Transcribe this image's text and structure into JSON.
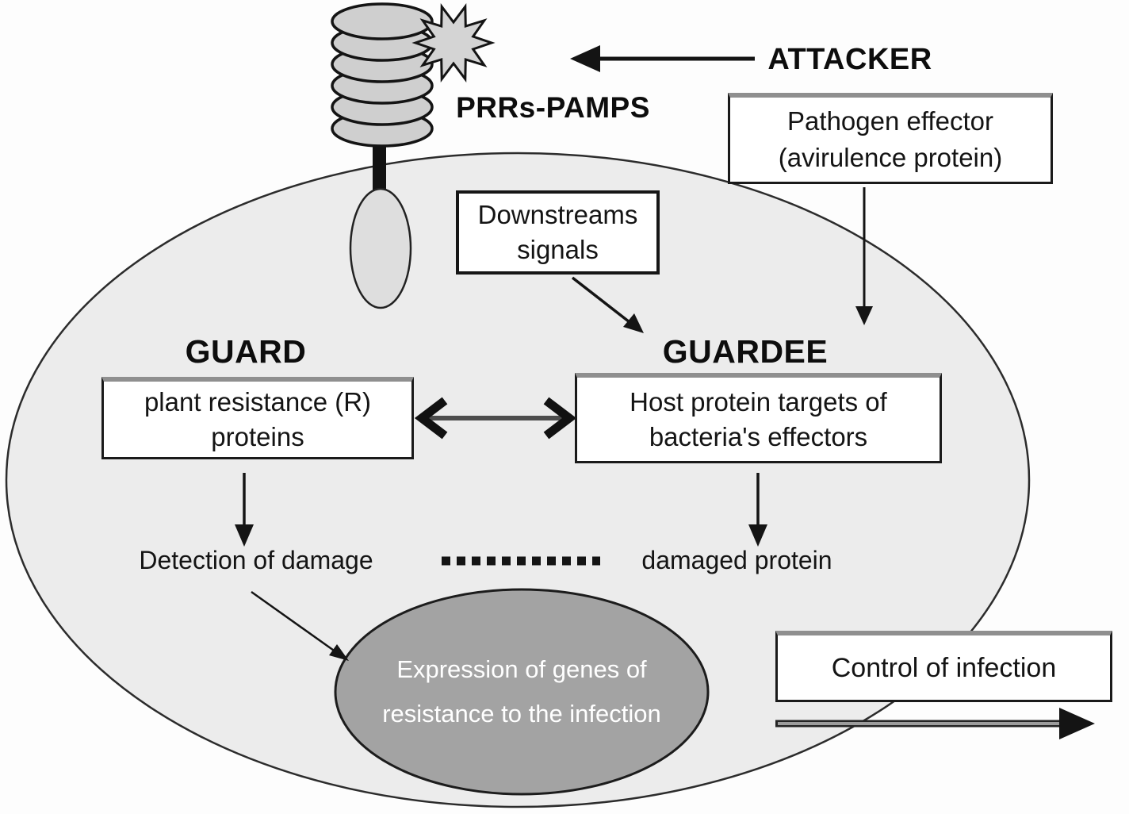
{
  "attacker_label": "ATTACKER",
  "receptor_label": "PRRs-PAMPS",
  "pathogen_box": {
    "lines": [
      "Pathogen effector",
      "(avirulence protein)"
    ]
  },
  "downstream_box": {
    "lines": [
      "Downstreams",
      "signals"
    ]
  },
  "guard": {
    "title": "GUARD",
    "box_lines": [
      "plant resistance (R)",
      "proteins"
    ]
  },
  "guardee": {
    "title": "GUARDEE",
    "box_lines": [
      "Host protein targets of",
      "bacteria's effectors"
    ]
  },
  "detection_label": "Detection of damage",
  "damaged_label": "damaged protein",
  "nucleus_lines": [
    "Expression of genes of",
    "resistance to the infection"
  ],
  "control_box": {
    "lines": [
      "Control of infection"
    ]
  },
  "shapes": {
    "cell": "plant-cell-ellipse",
    "receptor": "stacked-disc-prr-receptor",
    "burst": "pamp-burst-star",
    "nucleus": "expression-ellipse",
    "links": [
      "attacker-arrow",
      "pathogen-effector-arrow",
      "downstream-signals-arrow",
      "guard-guardee-double-arrow",
      "guard-down-arrow",
      "guardee-down-arrow",
      "detection-dotted-link",
      "detection-to-nucleus-arrow",
      "control-arrow"
    ]
  },
  "colors": {
    "background": "#FDFDFD",
    "cell_fill": "#ECECEC",
    "cell_border": "#2C2C2C",
    "nucleus_fill": "#A3A3A3",
    "receptor_fill": "#CFCFCF",
    "box_background": "#FFFFFF",
    "box_border": "#1A1A1A",
    "box_border_top": "#8F8F8F",
    "arrow": "#141414",
    "text": "#141414",
    "nucleus_text": "#FFFFFF"
  }
}
